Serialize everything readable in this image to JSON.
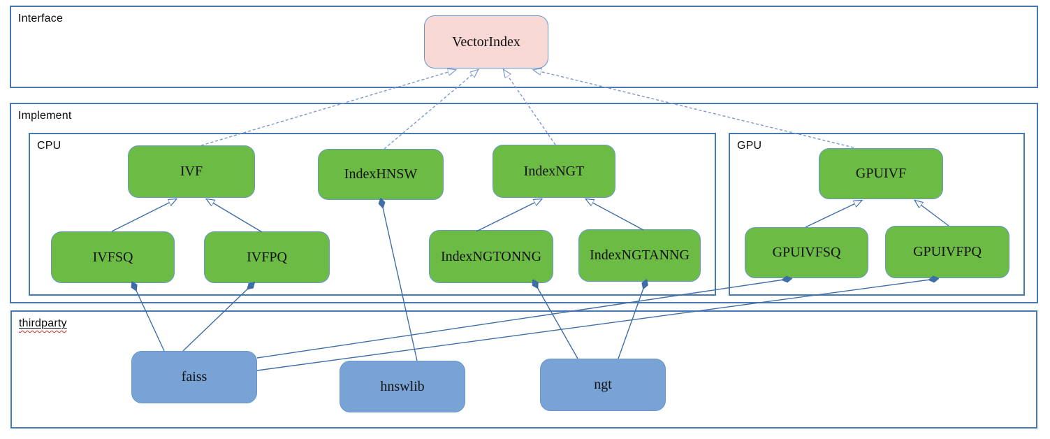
{
  "colors": {
    "node_green": "#6cbb45",
    "node_pink": "#f8d8d5",
    "node_blue": "#79a3d5",
    "node_border": "#6897cd",
    "edge": "#3e6da8",
    "edge_dashed": "#7b97cc",
    "container_border": "#4779b4",
    "squiggle": "#c43030"
  },
  "containers": {
    "interface": {
      "label": "Interface"
    },
    "implement": {
      "label": "Implement"
    },
    "cpu": {
      "label": "CPU"
    },
    "gpu": {
      "label": "GPU"
    },
    "thirdparty": {
      "label": "thirdparty"
    }
  },
  "nodes": {
    "vectorindex": {
      "label": "VectorIndex"
    },
    "ivf": {
      "label": "IVF"
    },
    "indexhnsw": {
      "label": "IndexHNSW"
    },
    "indexngt": {
      "label": "IndexNGT"
    },
    "ivfsq": {
      "label": "IVFSQ"
    },
    "ivfpq": {
      "label": "IVFPQ"
    },
    "indexngtonng": {
      "label": "IndexNGTONNG"
    },
    "indexngtanng": {
      "label": "IndexNGTANNG"
    },
    "gpuivf": {
      "label": "GPUIVF"
    },
    "gpuivfsq": {
      "label": "GPUIVFSQ"
    },
    "gpuivfpq": {
      "label": "GPUIVFPQ"
    },
    "faiss": {
      "label": "faiss"
    },
    "hnswlib": {
      "label": "hnswlib"
    },
    "ngt": {
      "label": "ngt"
    }
  },
  "edges": [
    {
      "from": "IVF",
      "to": "VectorIndex",
      "type": "realization-dashed"
    },
    {
      "from": "IndexHNSW",
      "to": "VectorIndex",
      "type": "realization-dashed"
    },
    {
      "from": "IndexNGT",
      "to": "VectorIndex",
      "type": "realization-dashed"
    },
    {
      "from": "GPUIVF",
      "to": "VectorIndex",
      "type": "realization-dashed"
    },
    {
      "from": "IVFSQ",
      "to": "IVF",
      "type": "generalization"
    },
    {
      "from": "IVFPQ",
      "to": "IVF",
      "type": "generalization"
    },
    {
      "from": "IndexNGTONNG",
      "to": "IndexNGT",
      "type": "generalization"
    },
    {
      "from": "IndexNGTANNG",
      "to": "IndexNGT",
      "type": "generalization"
    },
    {
      "from": "GPUIVFSQ",
      "to": "GPUIVF",
      "type": "generalization"
    },
    {
      "from": "GPUIVFPQ",
      "to": "GPUIVF",
      "type": "generalization"
    },
    {
      "from": "IVFSQ",
      "to": "faiss",
      "type": "composition"
    },
    {
      "from": "IVFPQ",
      "to": "faiss",
      "type": "composition"
    },
    {
      "from": "IndexHNSW",
      "to": "hnswlib",
      "type": "composition"
    },
    {
      "from": "IndexNGTONNG",
      "to": "ngt",
      "type": "composition"
    },
    {
      "from": "IndexNGTANNG",
      "to": "ngt",
      "type": "composition"
    },
    {
      "from": "GPUIVFSQ",
      "to": "faiss",
      "type": "composition"
    },
    {
      "from": "GPUIVFPQ",
      "to": "faiss",
      "type": "composition"
    }
  ]
}
